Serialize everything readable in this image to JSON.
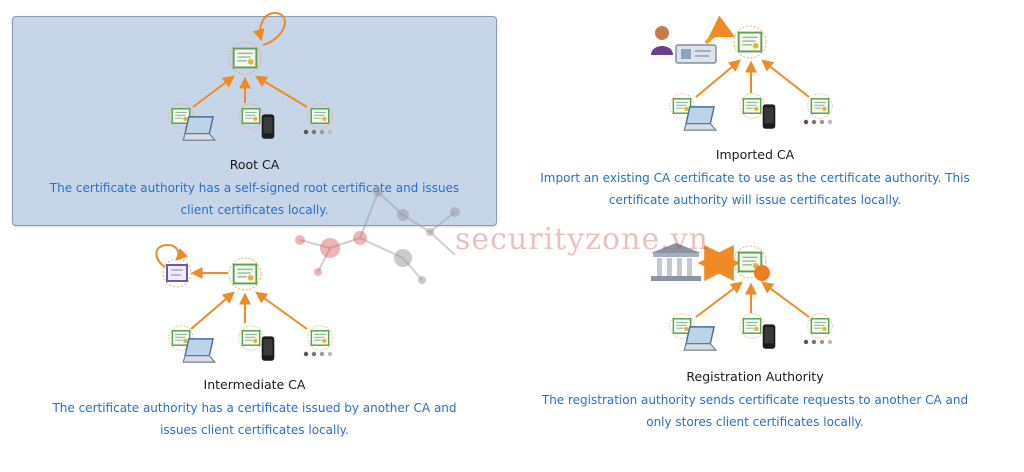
{
  "options": [
    {
      "id": "root",
      "title": "Root CA",
      "description_line1": "The certificate authority has a self-signed root certificate and issues",
      "description_line2": "client certificates locally.",
      "selected": true
    },
    {
      "id": "imported",
      "title": "Imported CA",
      "description_line1": "Import an existing CA certificate to use as the certificate authority. This",
      "description_line2": "certificate authority will issue certificates locally.",
      "selected": false
    },
    {
      "id": "intermediate",
      "title": "Intermediate CA",
      "description_line1": "The certificate authority has a certificate issued by another CA and",
      "description_line2": "issues client certificates locally.",
      "selected": false
    },
    {
      "id": "registration",
      "title": "Registration Authority",
      "description_line1": "The registration authority sends certificate requests to another CA and",
      "description_line2": "only stores client certificates locally.",
      "selected": false
    }
  ],
  "icons": {
    "certificate": "certificate-icon",
    "laptop": "laptop-icon",
    "phone": "phone-icon",
    "more": "ellipsis-icon",
    "user": "user-icon",
    "id_card": "id-card-icon",
    "bank": "bank-icon",
    "seal": "seal-icon"
  },
  "colors": {
    "selected_bg": "#c7d5e8",
    "description_text": "#2a6fc4",
    "arrow": "#f08a24",
    "certificate_border": "#5aa055"
  },
  "watermark": {
    "text": "securityzone.vn"
  }
}
